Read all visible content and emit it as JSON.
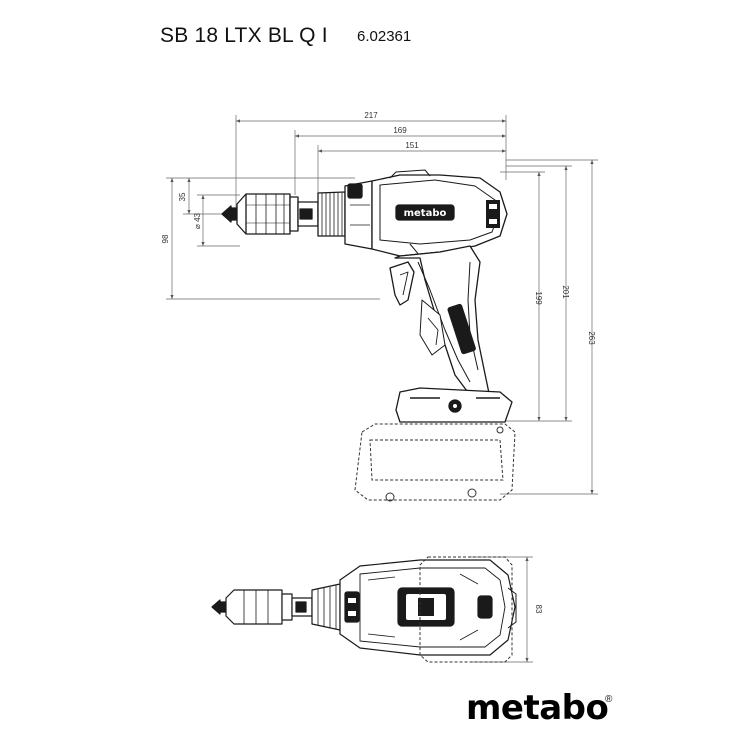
{
  "header": {
    "model": "SB 18 LTX BL Q I",
    "order_number": "6.02361"
  },
  "dimensions": {
    "d217": "217",
    "d169": "169",
    "d151": "151",
    "d35": "35",
    "d43": "⌀ 43",
    "d98": "98",
    "d199": "199",
    "d201": "201",
    "d263": "263",
    "d83": "83"
  },
  "tool_logo_badge": "metabo",
  "brand": {
    "logo": "metabo",
    "registered": "®"
  }
}
